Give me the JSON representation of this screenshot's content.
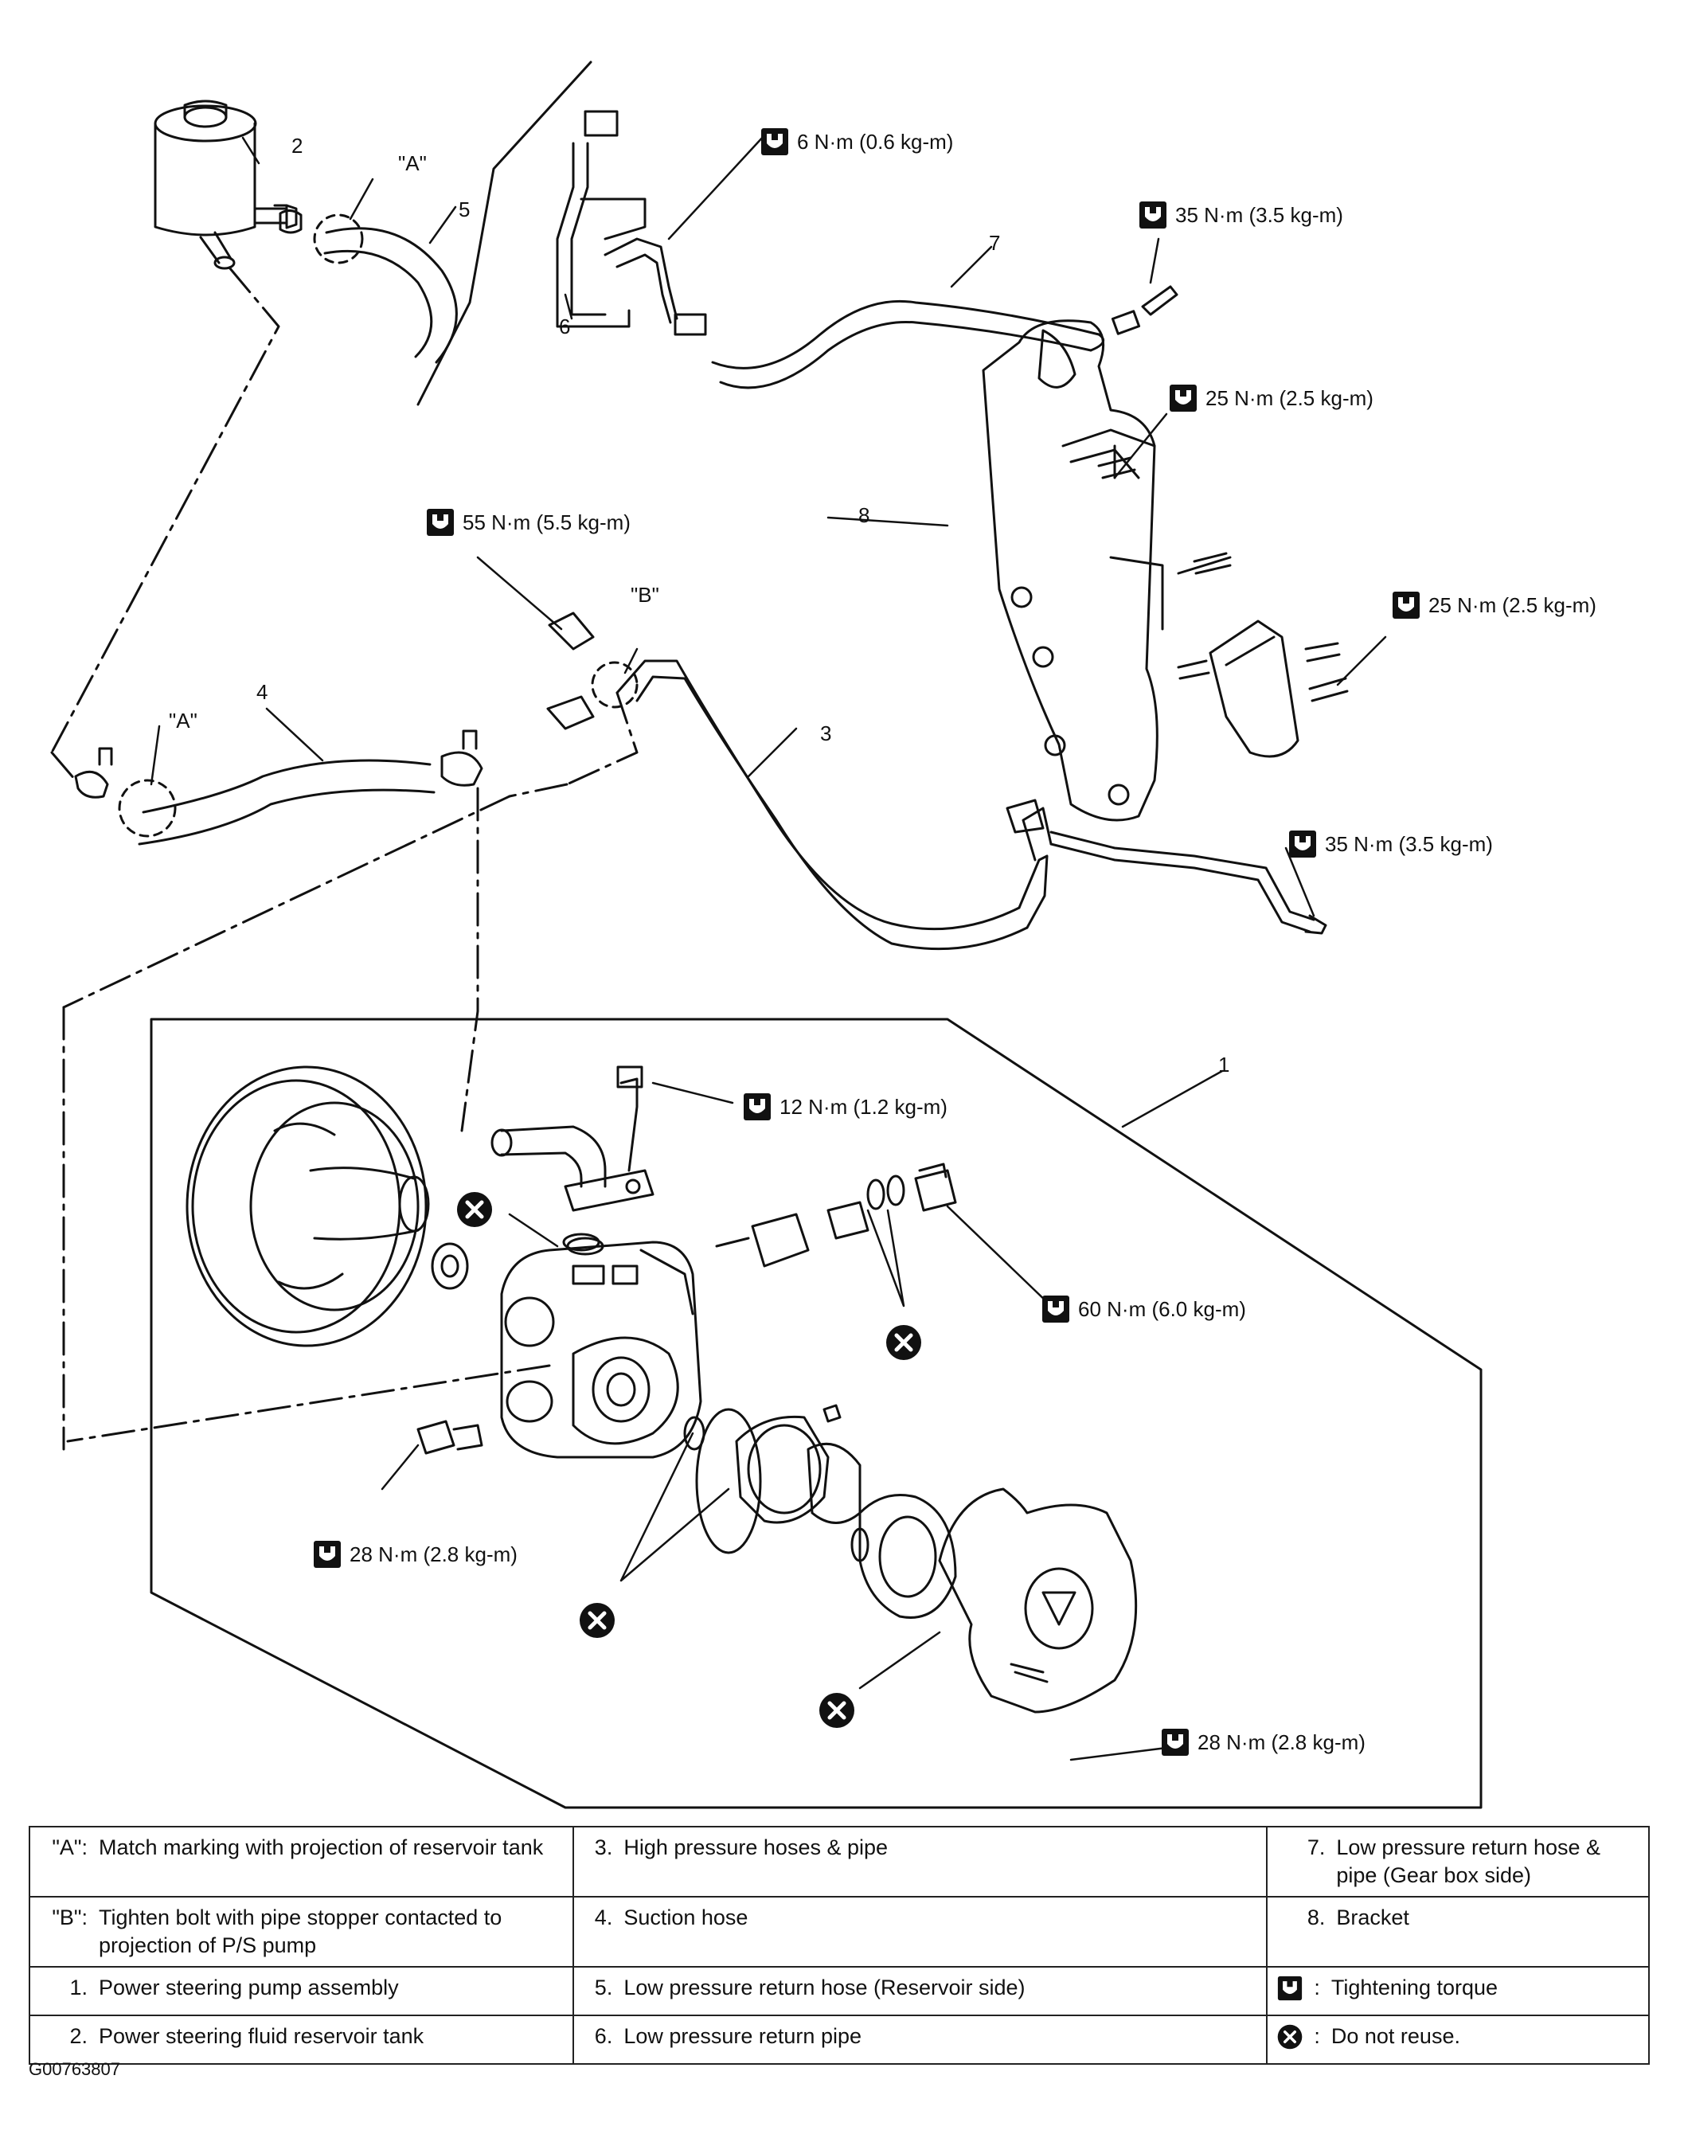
{
  "callouts": {
    "c1": "1",
    "c2": "2",
    "c3": "3",
    "c4": "4",
    "c5": "5",
    "c6": "6",
    "c7": "7",
    "c8": "8",
    "markA_top": "\"A\"",
    "markA_bottom": "\"A\"",
    "markB": "\"B\""
  },
  "torques": {
    "t6": "6 N·m (0.6 kg-m)",
    "t35a": "35 N·m (3.5 kg-m)",
    "t25a": "25 N·m (2.5 kg-m)",
    "t55": "55 N·m (5.5 kg-m)",
    "t25b": "25 N·m (2.5 kg-m)",
    "t35b": "35 N·m (3.5 kg-m)",
    "t12": "12 N·m (1.2 kg-m)",
    "t60": "60 N·m (6.0 kg-m)",
    "t28a": "28 N·m (2.8 kg-m)",
    "t28b": "28 N·m (2.8 kg-m)"
  },
  "legend": {
    "rows": [
      [
        {
          "k": "\"A\":",
          "t": "Match marking with projection of reservoir tank"
        },
        {
          "k": "3.",
          "t": "High pressure hoses & pipe"
        },
        {
          "k": "7.",
          "t": "Low pressure return hose & pipe (Gear box side)"
        }
      ],
      [
        {
          "k": "\"B\":",
          "t": "Tighten bolt with pipe stopper contacted to projection of P/S pump"
        },
        {
          "k": "4.",
          "t": "Suction hose"
        },
        {
          "k": "8.",
          "t": "Bracket"
        }
      ],
      [
        {
          "k": "1.",
          "t": "Power steering pump assembly"
        },
        {
          "k": "5.",
          "t": "Low pressure return hose (Reservoir side)"
        },
        {
          "k": ":",
          "t": "Tightening torque"
        }
      ],
      [
        {
          "k": "2.",
          "t": "Power steering fluid reservoir tank"
        },
        {
          "k": "6.",
          "t": "Low pressure return pipe"
        },
        {
          "k": ":",
          "t": "Do not reuse."
        }
      ]
    ]
  },
  "figure_code": "G00763807",
  "icons": {
    "torque": "torque-wrench-icon",
    "noreuse": "do-not-reuse-icon"
  }
}
